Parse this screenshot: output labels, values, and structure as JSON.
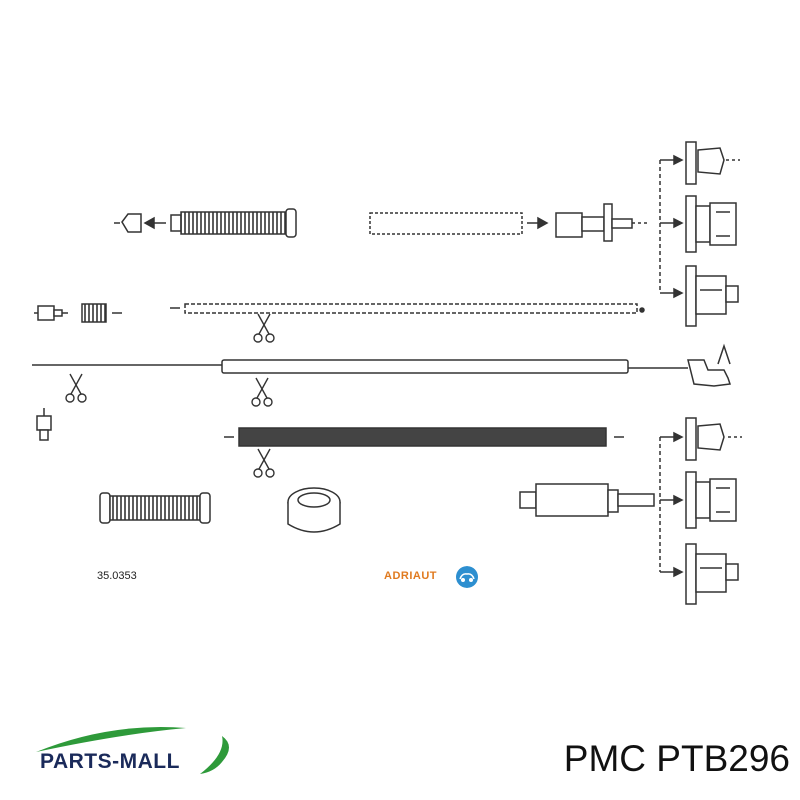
{
  "diagram": {
    "part_number": "35.0353",
    "supplier_logo_text": "ADRIAUT",
    "supplier_logo_color": "#e07a1f",
    "supplier_badge_color": "#2d8fd0"
  },
  "footer": {
    "brand": "PARTS-MALL",
    "brand_color": "#1a2a5a",
    "swoosh_color": "#2e9a3a",
    "product_code": "PMC PTB296"
  }
}
